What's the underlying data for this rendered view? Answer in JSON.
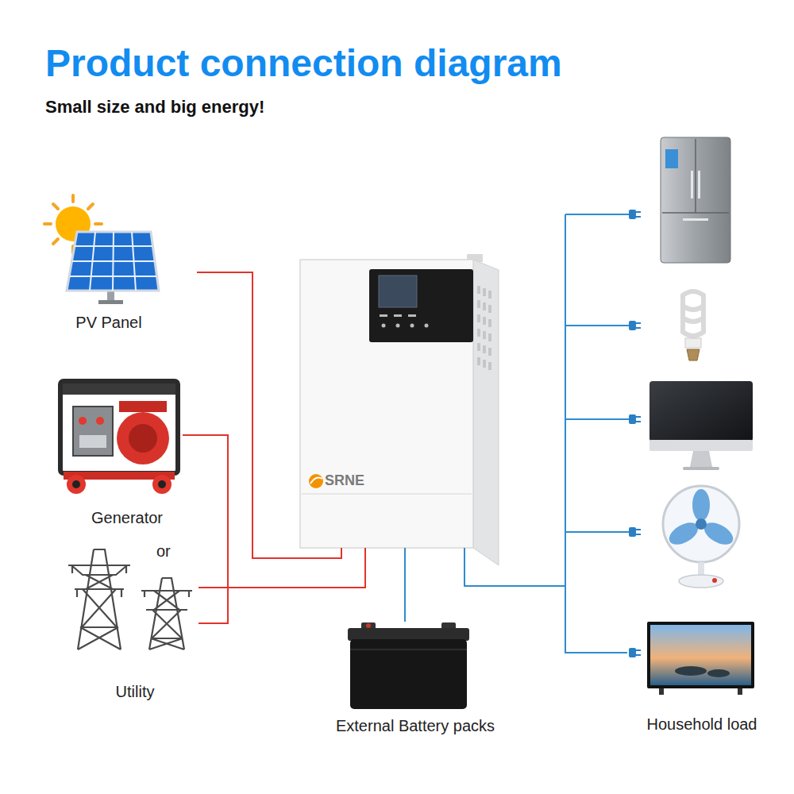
{
  "diagram": {
    "title": "Product connection diagram",
    "nodes": [
      {
        "text": [
          "PV Panel"
        ]
      },
      {
        "text": [
          "Generator"
        ]
      },
      {
        "text": [
          "Utility"
        ]
      },
      {
        "text": [
          "SRNE"
        ]
      },
      {
        "text": [
          "External Battery packs"
        ]
      },
      {
        "text": [
          "Household load"
        ]
      }
    ],
    "edges": [
      {
        "from": 0,
        "to": 3,
        "arrow": "none"
      },
      {
        "from": 1,
        "to": 3,
        "arrow": "none"
      },
      {
        "from": 2,
        "to": 3,
        "arrow": "none"
      },
      {
        "from": 3,
        "to": 4,
        "arrow": "none"
      },
      {
        "from": 3,
        "to": 5,
        "arrow": "none"
      }
    ],
    "labels": [
      "Small size and big energy!",
      "or"
    ]
  }
}
